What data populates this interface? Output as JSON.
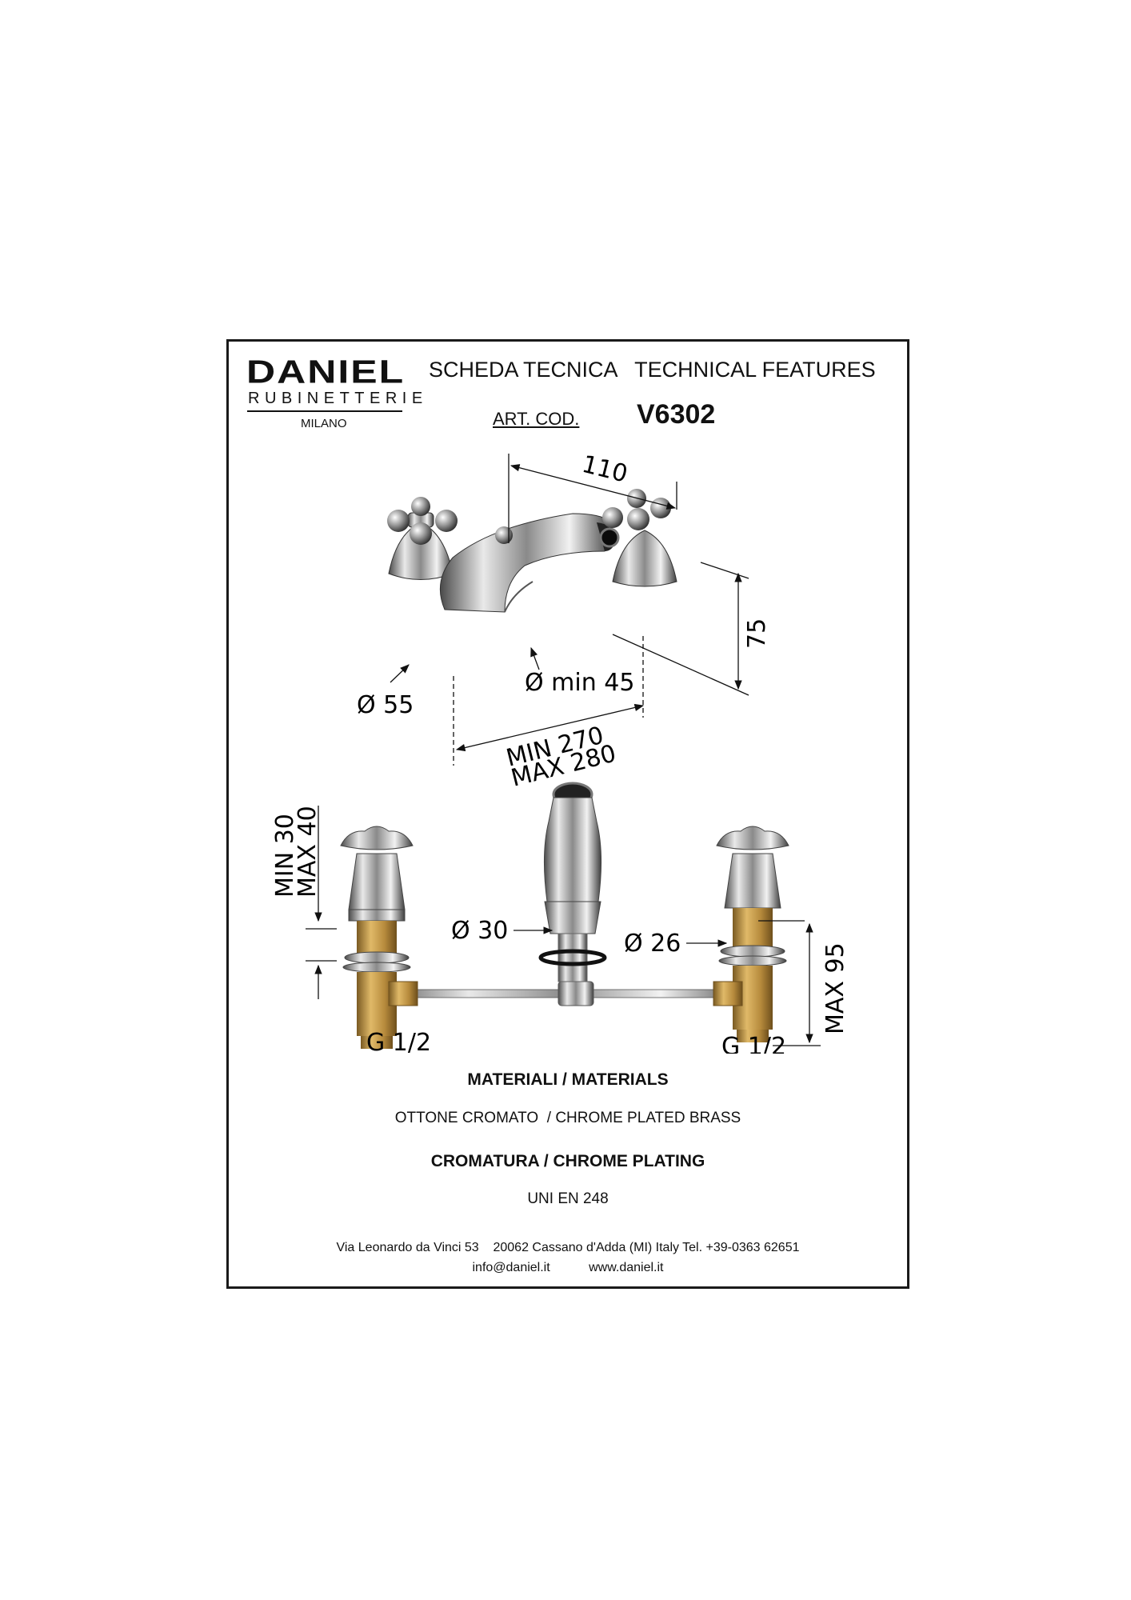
{
  "brand": {
    "name": "DANIEL",
    "subtitle": "RUBINETTERIE",
    "city": "MILANO"
  },
  "header": {
    "title": "SCHEDA TECNICA   TECHNICAL FEATURES",
    "article_label": "ART. COD.",
    "article_code": "V6302"
  },
  "dimensions": {
    "spout_length": "110",
    "height": "75",
    "handle_diameter": "Ø 55",
    "hole_diameter": "Ø min 45",
    "spacing_min": "MIN 270",
    "spacing_max": "MAX 280",
    "deck_min": "MIN 30",
    "deck_max": "MAX 40",
    "spout_shank": "Ø 30",
    "valve_shank": "Ø 26",
    "shank_length": "MAX 95",
    "thread_left": "G 1/2",
    "thread_right": "G 1/2"
  },
  "materials": {
    "heading": "MATERIALI / MATERIALS",
    "text": "OTTONE CROMATO  / CHROME PLATED BRASS"
  },
  "plating": {
    "heading": "CROMATURA / CHROME PLATING",
    "text": "UNI EN 248"
  },
  "footer": {
    "address": "Via Leonardo da Vinci 53    20062 Cassano d'Adda (MI) Italy Tel. +39-0363 62651",
    "email": "info@daniel.it",
    "website": "www.daniel.it"
  }
}
